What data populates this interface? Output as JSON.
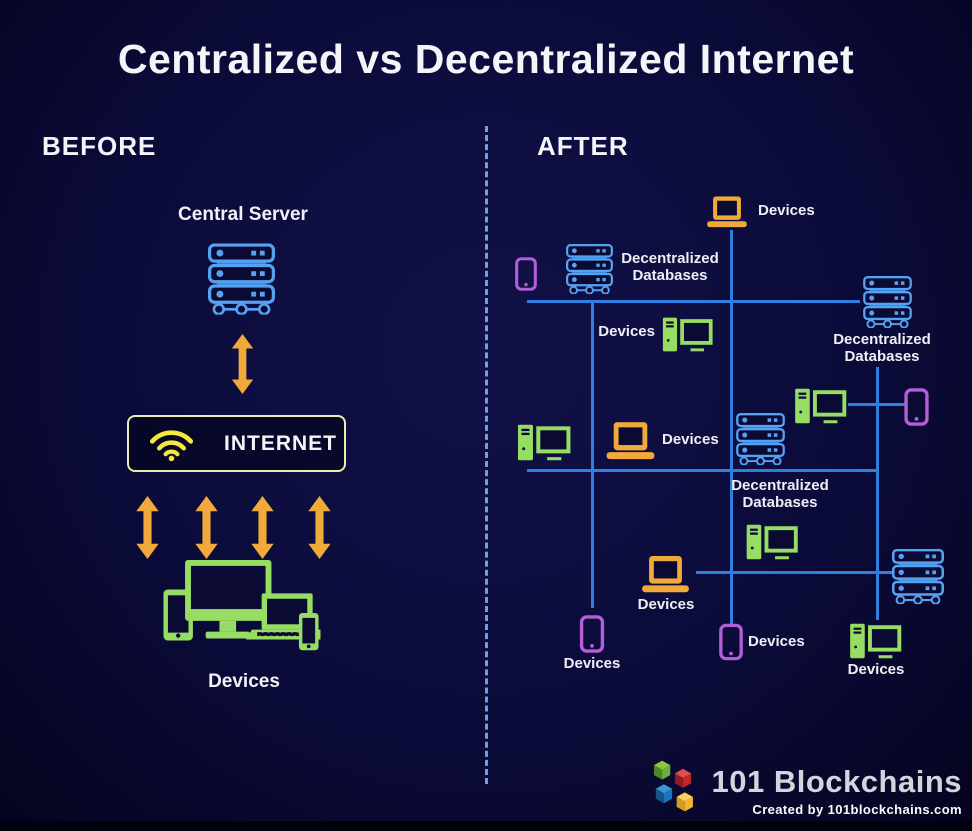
{
  "title": "Centralized vs Decentralized Internet",
  "before": {
    "heading": "BEFORE",
    "central_server_label": "Central Server",
    "internet_label": "INTERNET",
    "devices_label": "Devices"
  },
  "after": {
    "heading": "AFTER",
    "nodes": [
      {
        "type": "laptop",
        "label": "Devices"
      },
      {
        "type": "phone"
      },
      {
        "type": "server",
        "label": "Decentralized Databases"
      },
      {
        "type": "server",
        "label": "Decentralized Databases"
      },
      {
        "type": "desktop",
        "label": "Devices"
      },
      {
        "type": "desktop"
      },
      {
        "type": "phone"
      },
      {
        "type": "server",
        "label": "Decentralized Databases"
      },
      {
        "type": "desktop"
      },
      {
        "type": "laptop",
        "label": "Devices"
      },
      {
        "type": "desktop"
      },
      {
        "type": "laptop",
        "label": "Devices"
      },
      {
        "type": "phone",
        "label": "Devices"
      },
      {
        "type": "phone",
        "label": "Devices"
      },
      {
        "type": "server"
      },
      {
        "type": "desktop",
        "label": "Devices"
      }
    ]
  },
  "footer": {
    "brand": "101 Blockchains",
    "credit": "Created by 101blockchains.com"
  },
  "colors": {
    "background": "#0b0b3a",
    "line_blue": "#2e7fe0",
    "server_blue": "#55a1f2",
    "server_fill_blue": "#2e86e0",
    "device_green": "#97dd63",
    "laptop_orange": "#f2a93b",
    "phone_purple": "#b45fd6",
    "internet_border_yellow": "#ecedaa",
    "wifi_yellow": "#f5e73e",
    "divider_blue": "#7db0ef"
  }
}
